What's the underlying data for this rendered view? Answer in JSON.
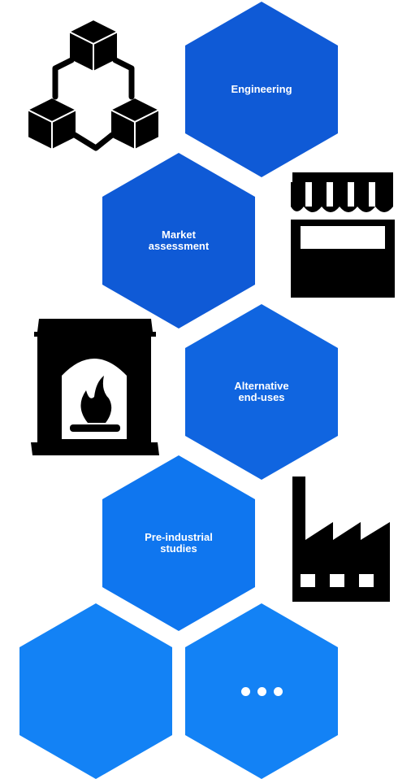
{
  "colors": {
    "hex_dark": "#0f5ad6",
    "hex_mid": "#1065e0",
    "hex_light": "#0f76ef",
    "hex_lightest": "#1382f5",
    "icon": "#000000"
  },
  "hexagons": [
    {
      "id": "engineering",
      "label": "Engineering",
      "color": "#0f5ad6"
    },
    {
      "id": "market",
      "label": "Market\nassessment",
      "color": "#0f5ad6"
    },
    {
      "id": "alternative",
      "label": "Alternative\nend-uses",
      "color": "#1065e0"
    },
    {
      "id": "preindustrial",
      "label": "Pre-industrial\nstudies",
      "color": "#0f76ef"
    },
    {
      "id": "blank",
      "label": "",
      "color": "#1382f5"
    },
    {
      "id": "more",
      "label": "",
      "color": "#1382f5"
    }
  ],
  "icons": {
    "network": "network-cubes-icon",
    "market": "market-stall-icon",
    "fireplace": "fireplace-icon",
    "factory": "factory-icon",
    "more": "ellipsis-icon"
  }
}
